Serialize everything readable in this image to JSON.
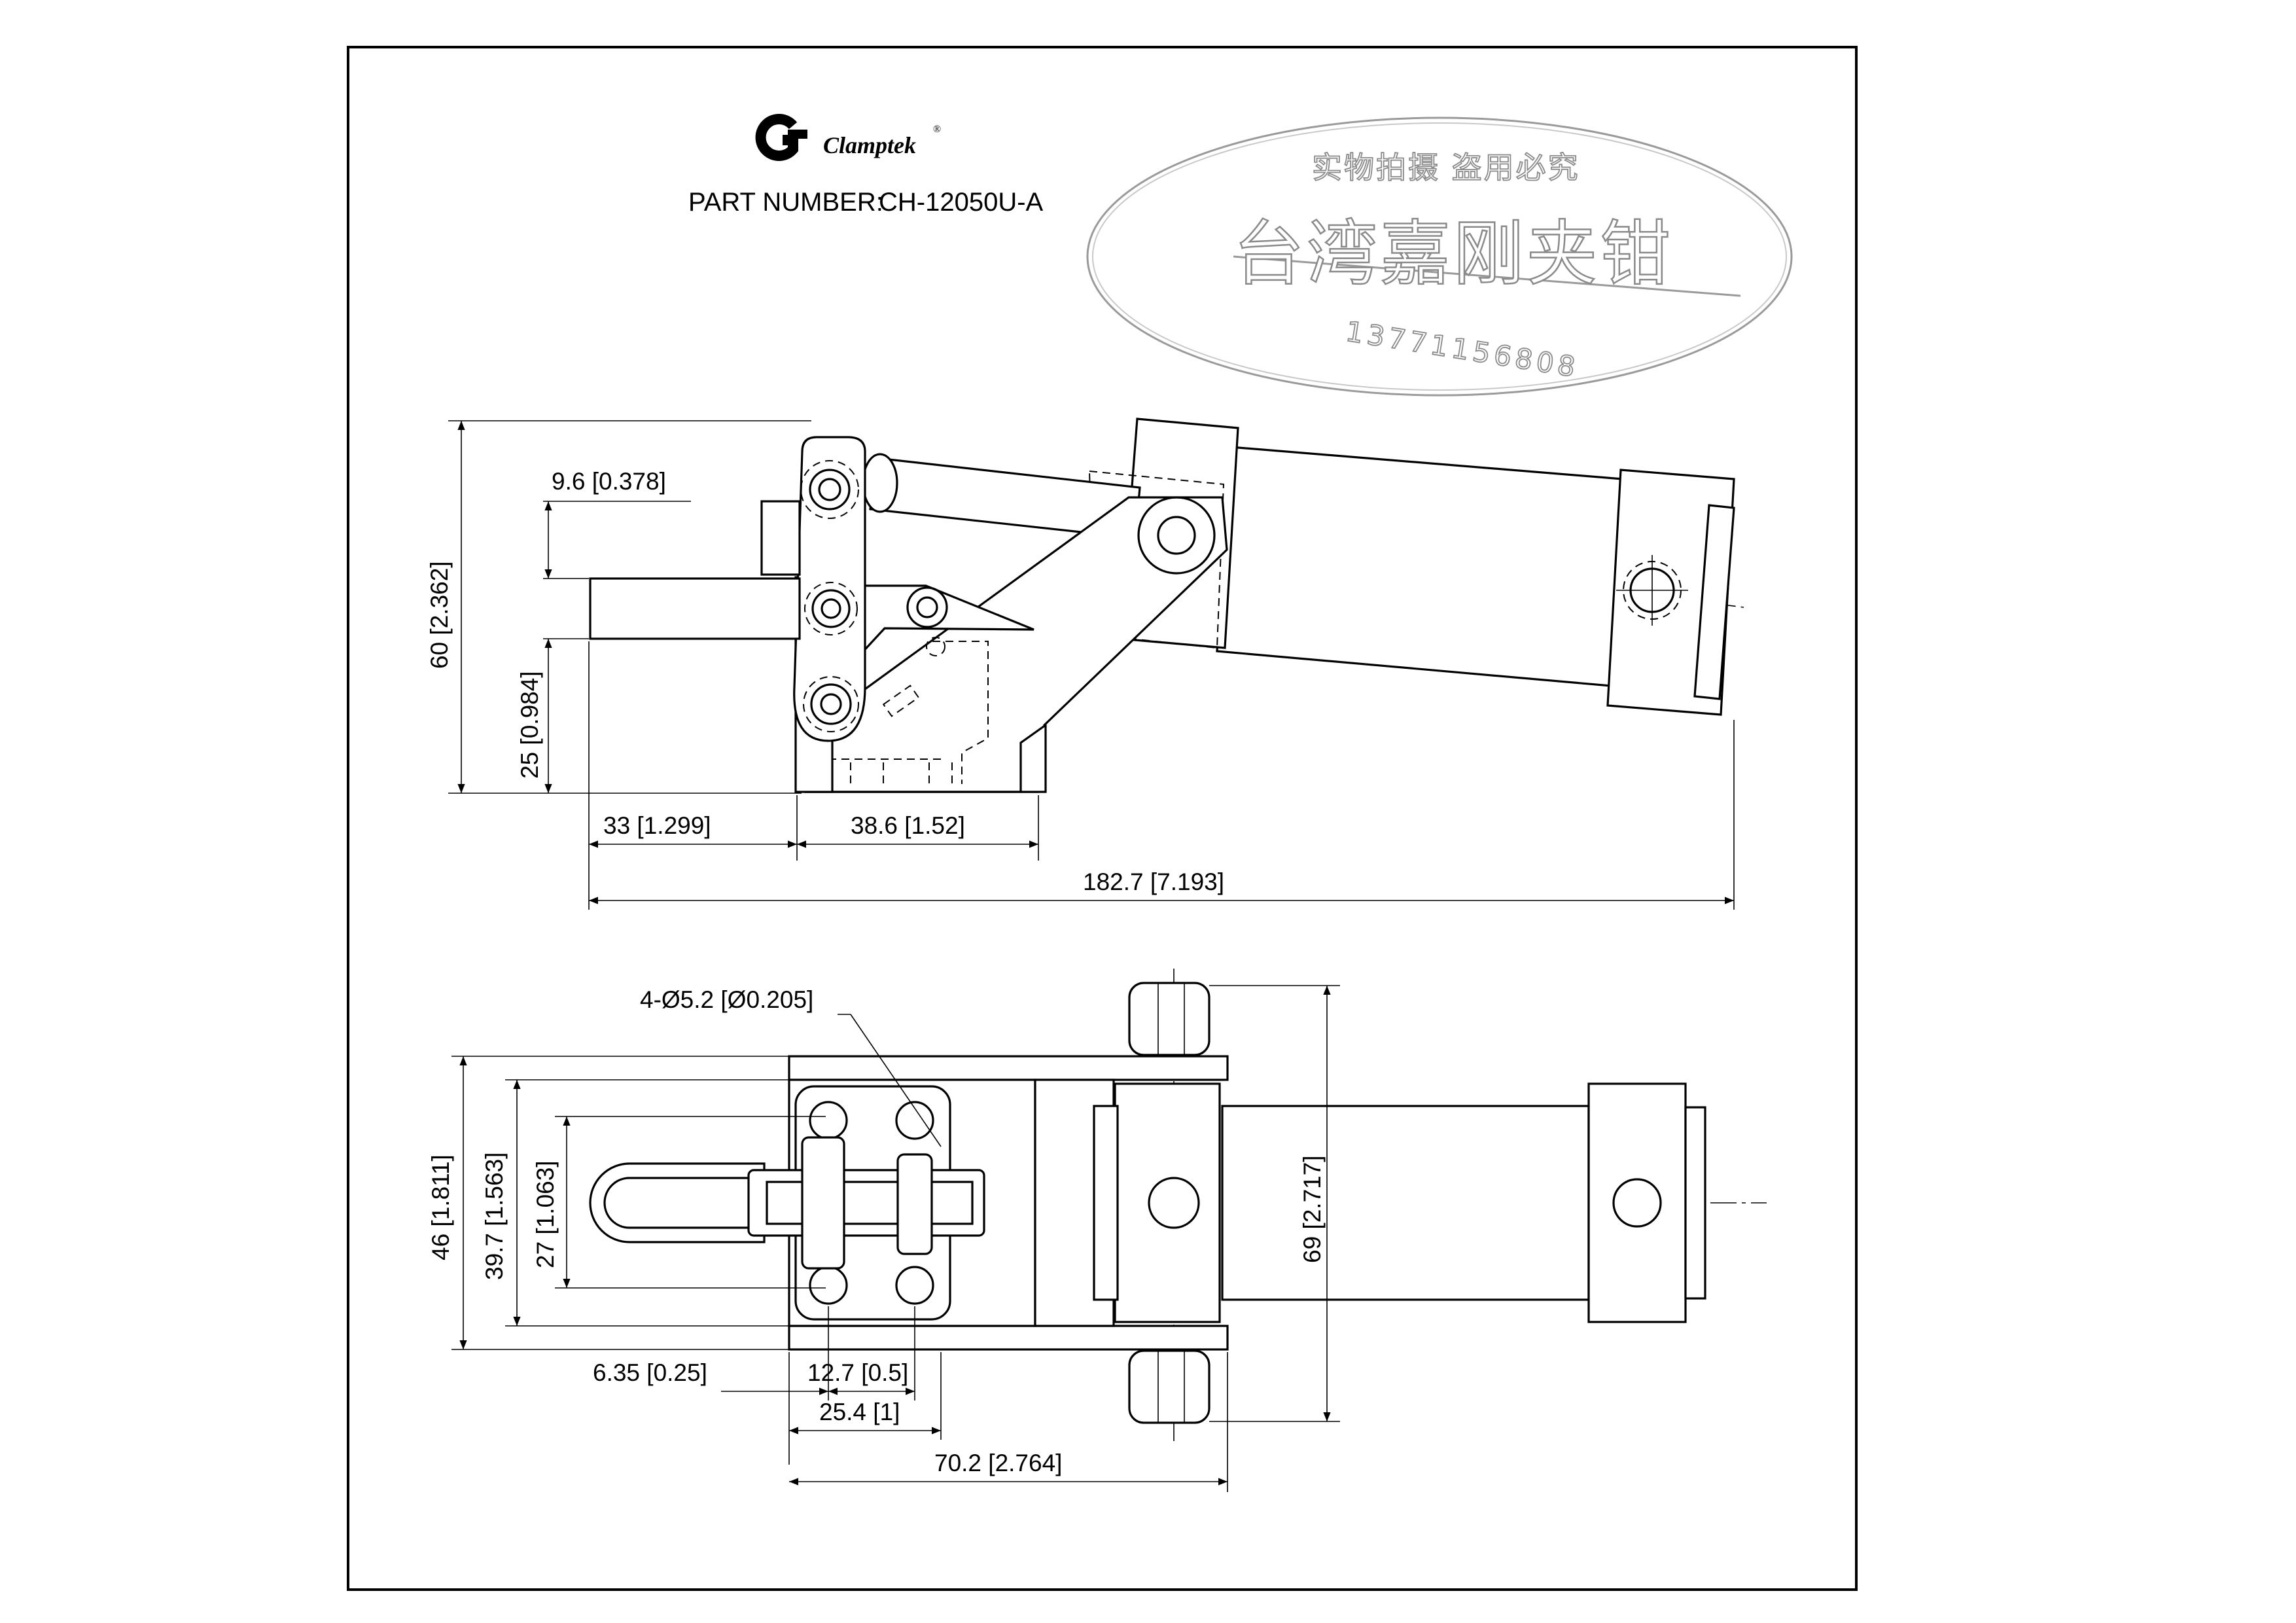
{
  "title_block": {
    "brand": "Clamptek",
    "part_number_label": "PART NUMBER:",
    "part_number": "CH-12050U-A"
  },
  "watermark": {
    "line1": "实物拍摄 盗用必究",
    "line2": "台湾嘉刚夹钳",
    "phone": "13771156808"
  },
  "side_view": {
    "dims": {
      "height_total": "60 [2.362]",
      "handle_offset": "9.6 [0.378]",
      "handle_height": "25 [0.984]",
      "handle_length": "33 [1.299]",
      "base_length": "38.6 [1.52]",
      "overall_length": "182.7 [7.193]"
    }
  },
  "top_view": {
    "dims": {
      "holes": "4-Ø5.2 [Ø0.205]",
      "base_width": "46 [1.811]",
      "hole_spacing_y": "39.7 [1.563]",
      "handle_width": "27 [1.063]",
      "cylinder_width": "69 [2.717]",
      "hole_edge": "6.35 [0.25]",
      "hole_offset": "12.7 [0.5]",
      "hole_spacing_x": "25.4 [1]",
      "base_length": "70.2 [2.764]"
    }
  }
}
